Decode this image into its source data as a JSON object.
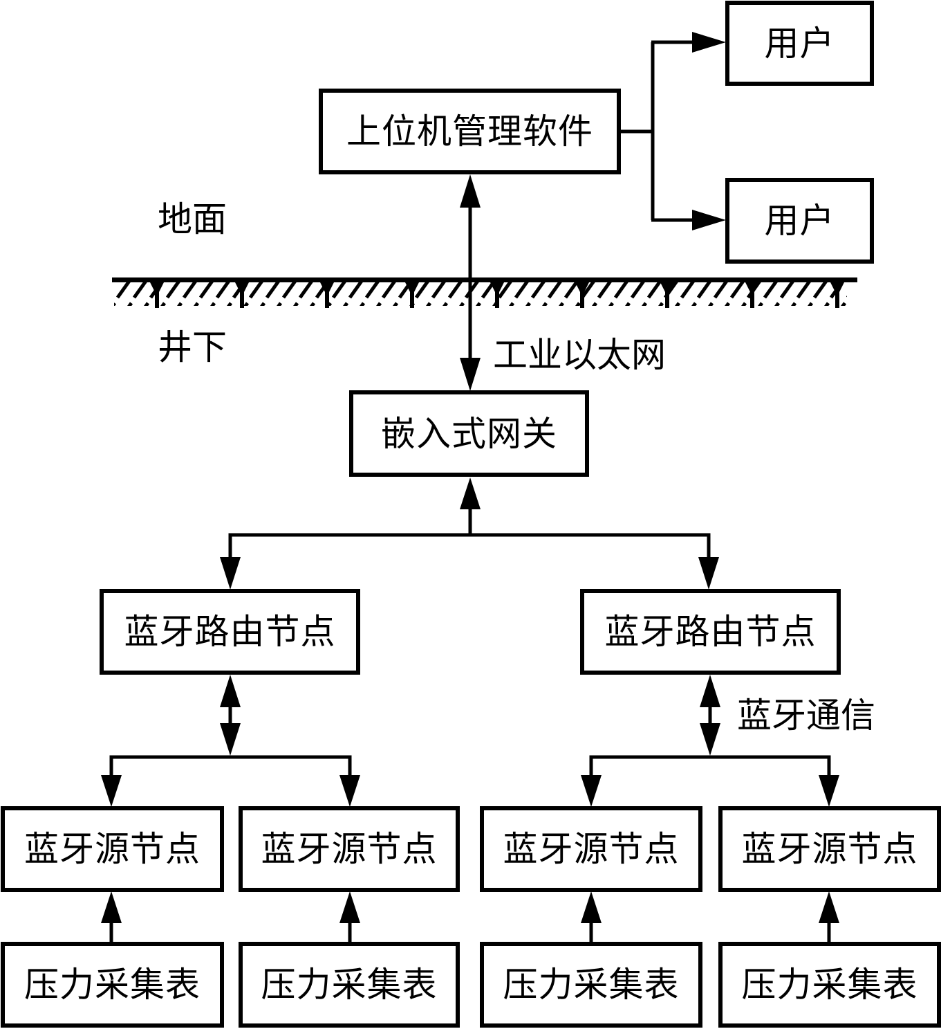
{
  "diagram": {
    "type": "hierarchical-network-block-diagram",
    "colors": {
      "stroke": "#000000",
      "background": "#ffffff"
    },
    "zones": {
      "above_ground": "地面",
      "underground": "井下"
    },
    "link_labels": {
      "ethernet": "工业以太网",
      "bluetooth": "蓝牙通信"
    },
    "nodes": {
      "host_software": "上位机管理软件",
      "user_1": "用户",
      "user_2": "用户",
      "gateway": "嵌入式网关",
      "router_left": "蓝牙路由节点",
      "router_right": "蓝牙路由节点",
      "source_1": "蓝牙源节点",
      "source_2": "蓝牙源节点",
      "source_3": "蓝牙源节点",
      "source_4": "蓝牙源节点",
      "collector_1": "压力采集表",
      "collector_2": "压力采集表",
      "collector_3": "压力采集表",
      "collector_4": "压力采集表"
    },
    "edges": [
      {
        "from": "host_software",
        "to": "user_1",
        "direction": "forward"
      },
      {
        "from": "host_software",
        "to": "user_2",
        "direction": "forward"
      },
      {
        "from": "host_software",
        "to": "gateway",
        "direction": "bidirectional",
        "label": "工业以太网"
      },
      {
        "from": "gateway",
        "to": "router_left",
        "direction": "bidirectional"
      },
      {
        "from": "gateway",
        "to": "router_right",
        "direction": "bidirectional"
      },
      {
        "from": "router_left",
        "to": "source_1",
        "direction": "bidirectional"
      },
      {
        "from": "router_left",
        "to": "source_2",
        "direction": "bidirectional"
      },
      {
        "from": "router_right",
        "to": "source_3",
        "direction": "bidirectional",
        "label": "蓝牙通信"
      },
      {
        "from": "router_right",
        "to": "source_4",
        "direction": "bidirectional"
      },
      {
        "from": "collector_1",
        "to": "source_1",
        "direction": "forward"
      },
      {
        "from": "collector_2",
        "to": "source_2",
        "direction": "forward"
      },
      {
        "from": "collector_3",
        "to": "source_3",
        "direction": "forward"
      },
      {
        "from": "collector_4",
        "to": "source_4",
        "direction": "forward"
      }
    ]
  }
}
